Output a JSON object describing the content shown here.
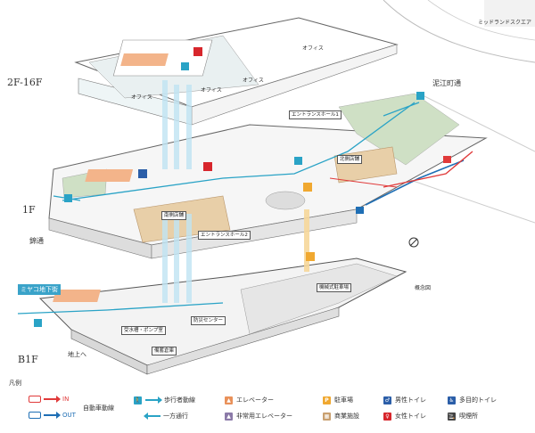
{
  "top_right": {
    "midland": "ミッドランドスクエア"
  },
  "floors": {
    "f2": "2F-16F",
    "f1": "1F",
    "b1": "B1F"
  },
  "streets": {
    "koe": "泥江町通",
    "nishiki": "錦通"
  },
  "labels": {
    "office1": "オフィス",
    "office2": "オフィス",
    "office3": "オフィス",
    "office4": "オフィス",
    "entrance1": "エントランスホール1",
    "entrance2": "エントランスホール2",
    "north_shop": "北側店舗",
    "south_shop": "南側店舗",
    "parking_mech": "機械式駐車場",
    "pump_room": "受水槽・ポンプ室",
    "disaster_center": "防災センター",
    "warehouse": "備蓄倉庫",
    "miyako": "ミヤコ地下街",
    "to_ground": "地上へ",
    "overview": "概念図"
  },
  "legend": {
    "title": "凡例",
    "in_label": "IN",
    "out_label": "OUT",
    "car_flow": "自動車動線",
    "ped_flow": "歩行者動線",
    "one_way": "一方通行",
    "elevator": "エレベーター",
    "emergency_elevator": "非常用エレベーター",
    "parking": "駐車場",
    "commercial": "商業施設",
    "male_toilet": "男性トイレ",
    "female_toilet": "女性トイレ",
    "multi_toilet": "多目的トイレ",
    "smoking": "喫煙所"
  },
  "colors": {
    "in": "#e03a3a",
    "out": "#1f6fb5",
    "ped": "#2aa3c6",
    "elevator": "#e9915a",
    "emergency": "#8b7aa8",
    "parking": "#f0a830",
    "commercial": "#c9a070",
    "male": "#2b5ea8",
    "female": "#d7262c",
    "multi": "#2b5ea8",
    "smoking": "#444"
  }
}
